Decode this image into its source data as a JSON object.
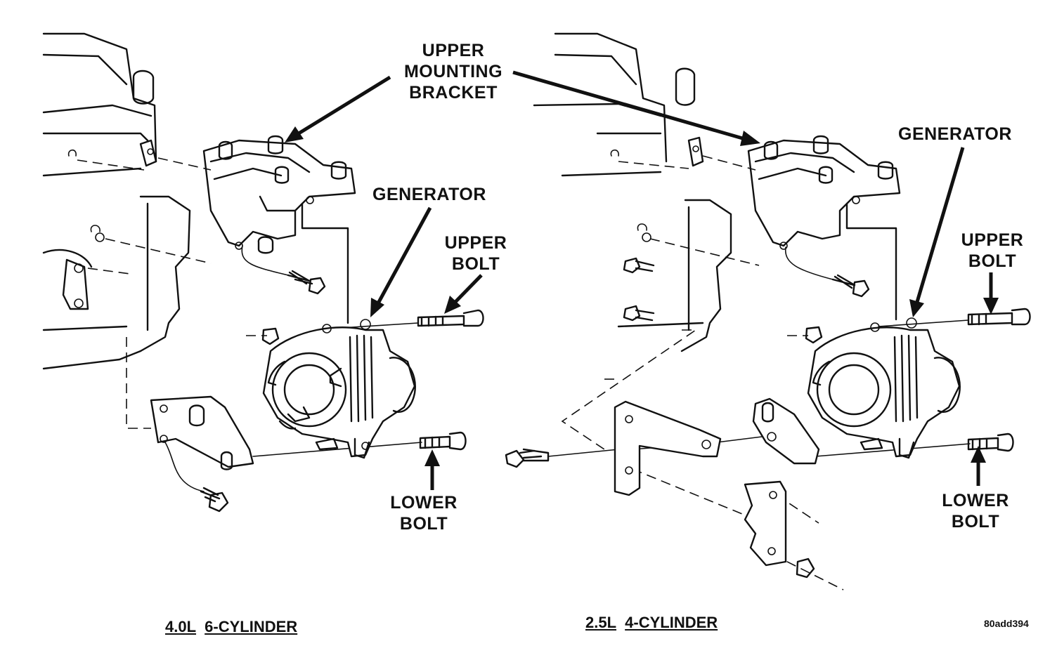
{
  "labels": {
    "upper_mounting_bracket": [
      "UPPER",
      "MOUNTING",
      "BRACKET"
    ],
    "generator_left": "GENERATOR",
    "generator_right": "GENERATOR",
    "upper_bolt_left": [
      "UPPER",
      "BOLT"
    ],
    "upper_bolt_right": [
      "UPPER",
      "BOLT"
    ],
    "lower_bolt_left": [
      "LOWER",
      "BOLT"
    ],
    "lower_bolt_right": [
      "LOWER",
      "BOLT"
    ]
  },
  "captions": {
    "left_displacement": "4.0L",
    "left_engine": "6-CYLINDER",
    "right_displacement": "2.5L",
    "right_engine": "4-CYLINDER"
  },
  "figure_code": "80add394"
}
